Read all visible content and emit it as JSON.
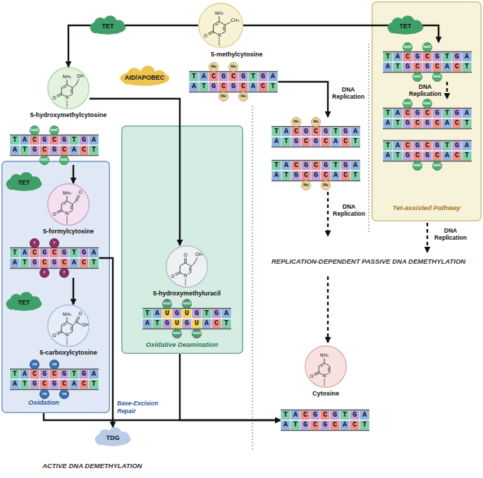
{
  "diagram": {
    "nodes": [
      {
        "text": [
          "TET"
        ]
      },
      {
        "text": [
          "5-methylcytosine",
          "NH₂",
          "CH₃",
          "O",
          "N"
        ]
      },
      {
        "text": [
          "TACGCGTGA",
          "ATGCGCACT",
          "Me",
          "Me",
          "Me",
          "Me"
        ]
      },
      {
        "text": [
          "Tet-assisted Pathway"
        ]
      },
      {
        "text": [
          "TET"
        ],
        "in": 3
      },
      {
        "text": [
          "TACGCGTGA",
          "ATGCGCACT",
          "hmC",
          "hmC",
          "hmC",
          "hmC"
        ],
        "in": 3
      },
      {
        "text": [
          "TACGCGTGA",
          "ATGCGCACT",
          "hmC",
          "hmC"
        ],
        "in": 3
      },
      {
        "text": [
          "TACGCGTGA",
          "ATGCGCACT",
          "hmC",
          "hmC"
        ],
        "in": 3
      },
      {
        "text": [
          "AID/APOBEC"
        ]
      },
      {
        "text": [
          "5-hydroxymethylcytosine",
          "NH₂",
          "OH",
          "O",
          "N"
        ]
      },
      {
        "text": [
          "TACGCGTGA",
          "ATGCGCACT",
          "hmC",
          "hmC",
          "hmC",
          "hmC"
        ]
      },
      {
        "text": [
          "TACGCGTGA",
          "ATGCGCACT",
          "Me",
          "Me"
        ]
      },
      {
        "text": [
          "TACGCGTGA",
          "ATGCGCACT",
          "Me",
          "Me"
        ]
      },
      {
        "text": [
          "Oxidation"
        ]
      },
      {
        "text": [
          "TET"
        ],
        "in": 13
      },
      {
        "text": [
          "5-formylcytosine",
          "NH₂",
          "O",
          "O",
          "N"
        ],
        "in": 13
      },
      {
        "text": [
          "TACGCGTGA",
          "ATGCGCACT",
          "f",
          "f",
          "f",
          "f"
        ],
        "in": 13
      },
      {
        "text": [
          "TET"
        ],
        "in": 13
      },
      {
        "text": [
          "5-carboxylcytosine",
          "NH₂",
          "O",
          "OH",
          "O",
          "N"
        ],
        "in": 13
      },
      {
        "text": [
          "TACGCGTGA",
          "ATGCGCACT",
          "ca",
          "ca",
          "ca",
          "ca"
        ],
        "in": 13
      },
      {
        "text": [
          "Oxidative Deamination"
        ]
      },
      {
        "text": [
          "5-hydroxymethyluracil",
          "O",
          "OH",
          "O",
          "N"
        ],
        "in": 20
      },
      {
        "text": [
          "TAUGUGTGA",
          "ATGUGUACT",
          "hmU",
          "hmU",
          "hmU",
          "hmU"
        ],
        "in": 20
      },
      {
        "text": [
          "TDG"
        ]
      },
      {
        "text": [
          "Cytosine",
          "NH₂",
          "O",
          "N"
        ]
      },
      {
        "text": [
          "TACGCGTGA",
          "ATGCGCACT"
        ]
      }
    ],
    "edges": [
      {
        "from": 1,
        "to": 9,
        "arrow": "to"
      },
      {
        "from": 1,
        "to": 5,
        "arrow": "to"
      },
      {
        "from": 2,
        "to": 11,
        "label": "DNA Replication",
        "arrow": "to"
      },
      {
        "from": 5,
        "to": 6,
        "label": "DNA Replication",
        "arrow": "to"
      },
      {
        "from": 9,
        "to": 21,
        "arrow": "to"
      },
      {
        "from": 10,
        "to": 15,
        "arrow": "to"
      },
      {
        "from": 16,
        "to": 18,
        "arrow": "to"
      },
      {
        "from": 16,
        "to": 23,
        "arrow": "to"
      },
      {
        "from": 13,
        "to": 25,
        "arrow": "to"
      },
      {
        "from": 20,
        "to": 25,
        "arrow": "to"
      }
    ],
    "labels": [
      "DNA Replication",
      "DNA Replication",
      "REPLICATION-DEPENDENT PASSIVE DNA DEMETHYLATION",
      "Base-Excision Repair",
      "ACTIVE DNA DEMETHYLATION"
    ]
  }
}
